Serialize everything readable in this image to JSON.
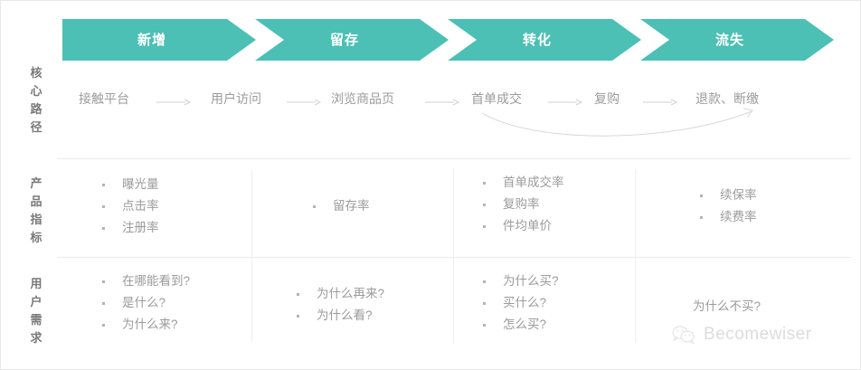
{
  "theme": {
    "accent": "#4cc0b4",
    "text_gray": "#9b9b9b",
    "label_gray": "#7a7a7a",
    "divider": "#ececec",
    "watermark_gray": "#dcdcdc"
  },
  "stages": [
    {
      "label": "新增"
    },
    {
      "label": "留存"
    },
    {
      "label": "转化"
    },
    {
      "label": "流失"
    }
  ],
  "row_labels": [
    {
      "key": "core-path",
      "text": "核心路径",
      "chars": [
        "核",
        "心",
        "路",
        "径"
      ]
    },
    {
      "key": "product-metrics",
      "text": "产品指标",
      "chars": [
        "产",
        "品",
        "指",
        "标"
      ]
    },
    {
      "key": "user-needs",
      "text": "用户需求",
      "chars": [
        "用",
        "户",
        "需",
        "求"
      ]
    }
  ],
  "core_path": {
    "nodes": [
      {
        "label": "接触平台"
      },
      {
        "label": "用户访问"
      },
      {
        "label": "浏览商品页"
      },
      {
        "label": "首单成交"
      },
      {
        "label": "复购"
      },
      {
        "label": "退款、断缴"
      }
    ],
    "arrow_icon": "arrow-right-icon",
    "curved_arrow_icon": "curved-arrow-icon"
  },
  "product_metrics": [
    {
      "stage": "新增",
      "items": [
        "曝光量",
        "点击率",
        "注册率"
      ]
    },
    {
      "stage": "留存",
      "items": [
        "留存率"
      ]
    },
    {
      "stage": "转化",
      "items": [
        "首单成交率",
        "复购率",
        "件均单价"
      ]
    },
    {
      "stage": "流失",
      "items": [
        "续保率",
        "续费率"
      ]
    }
  ],
  "user_needs": [
    {
      "stage": "新增",
      "items": [
        "在哪能看到?",
        "是什么?",
        "为什么来?"
      ]
    },
    {
      "stage": "留存",
      "items": [
        "为什么再来?",
        "为什么看?"
      ]
    },
    {
      "stage": "转化",
      "items": [
        "为什么买?",
        "买什么?",
        "怎么买?"
      ]
    },
    {
      "stage": "流失",
      "items": [],
      "plain": "为什么不买?"
    }
  ],
  "watermark": {
    "icon": "wechat-icon",
    "text": "Becomewiser"
  }
}
